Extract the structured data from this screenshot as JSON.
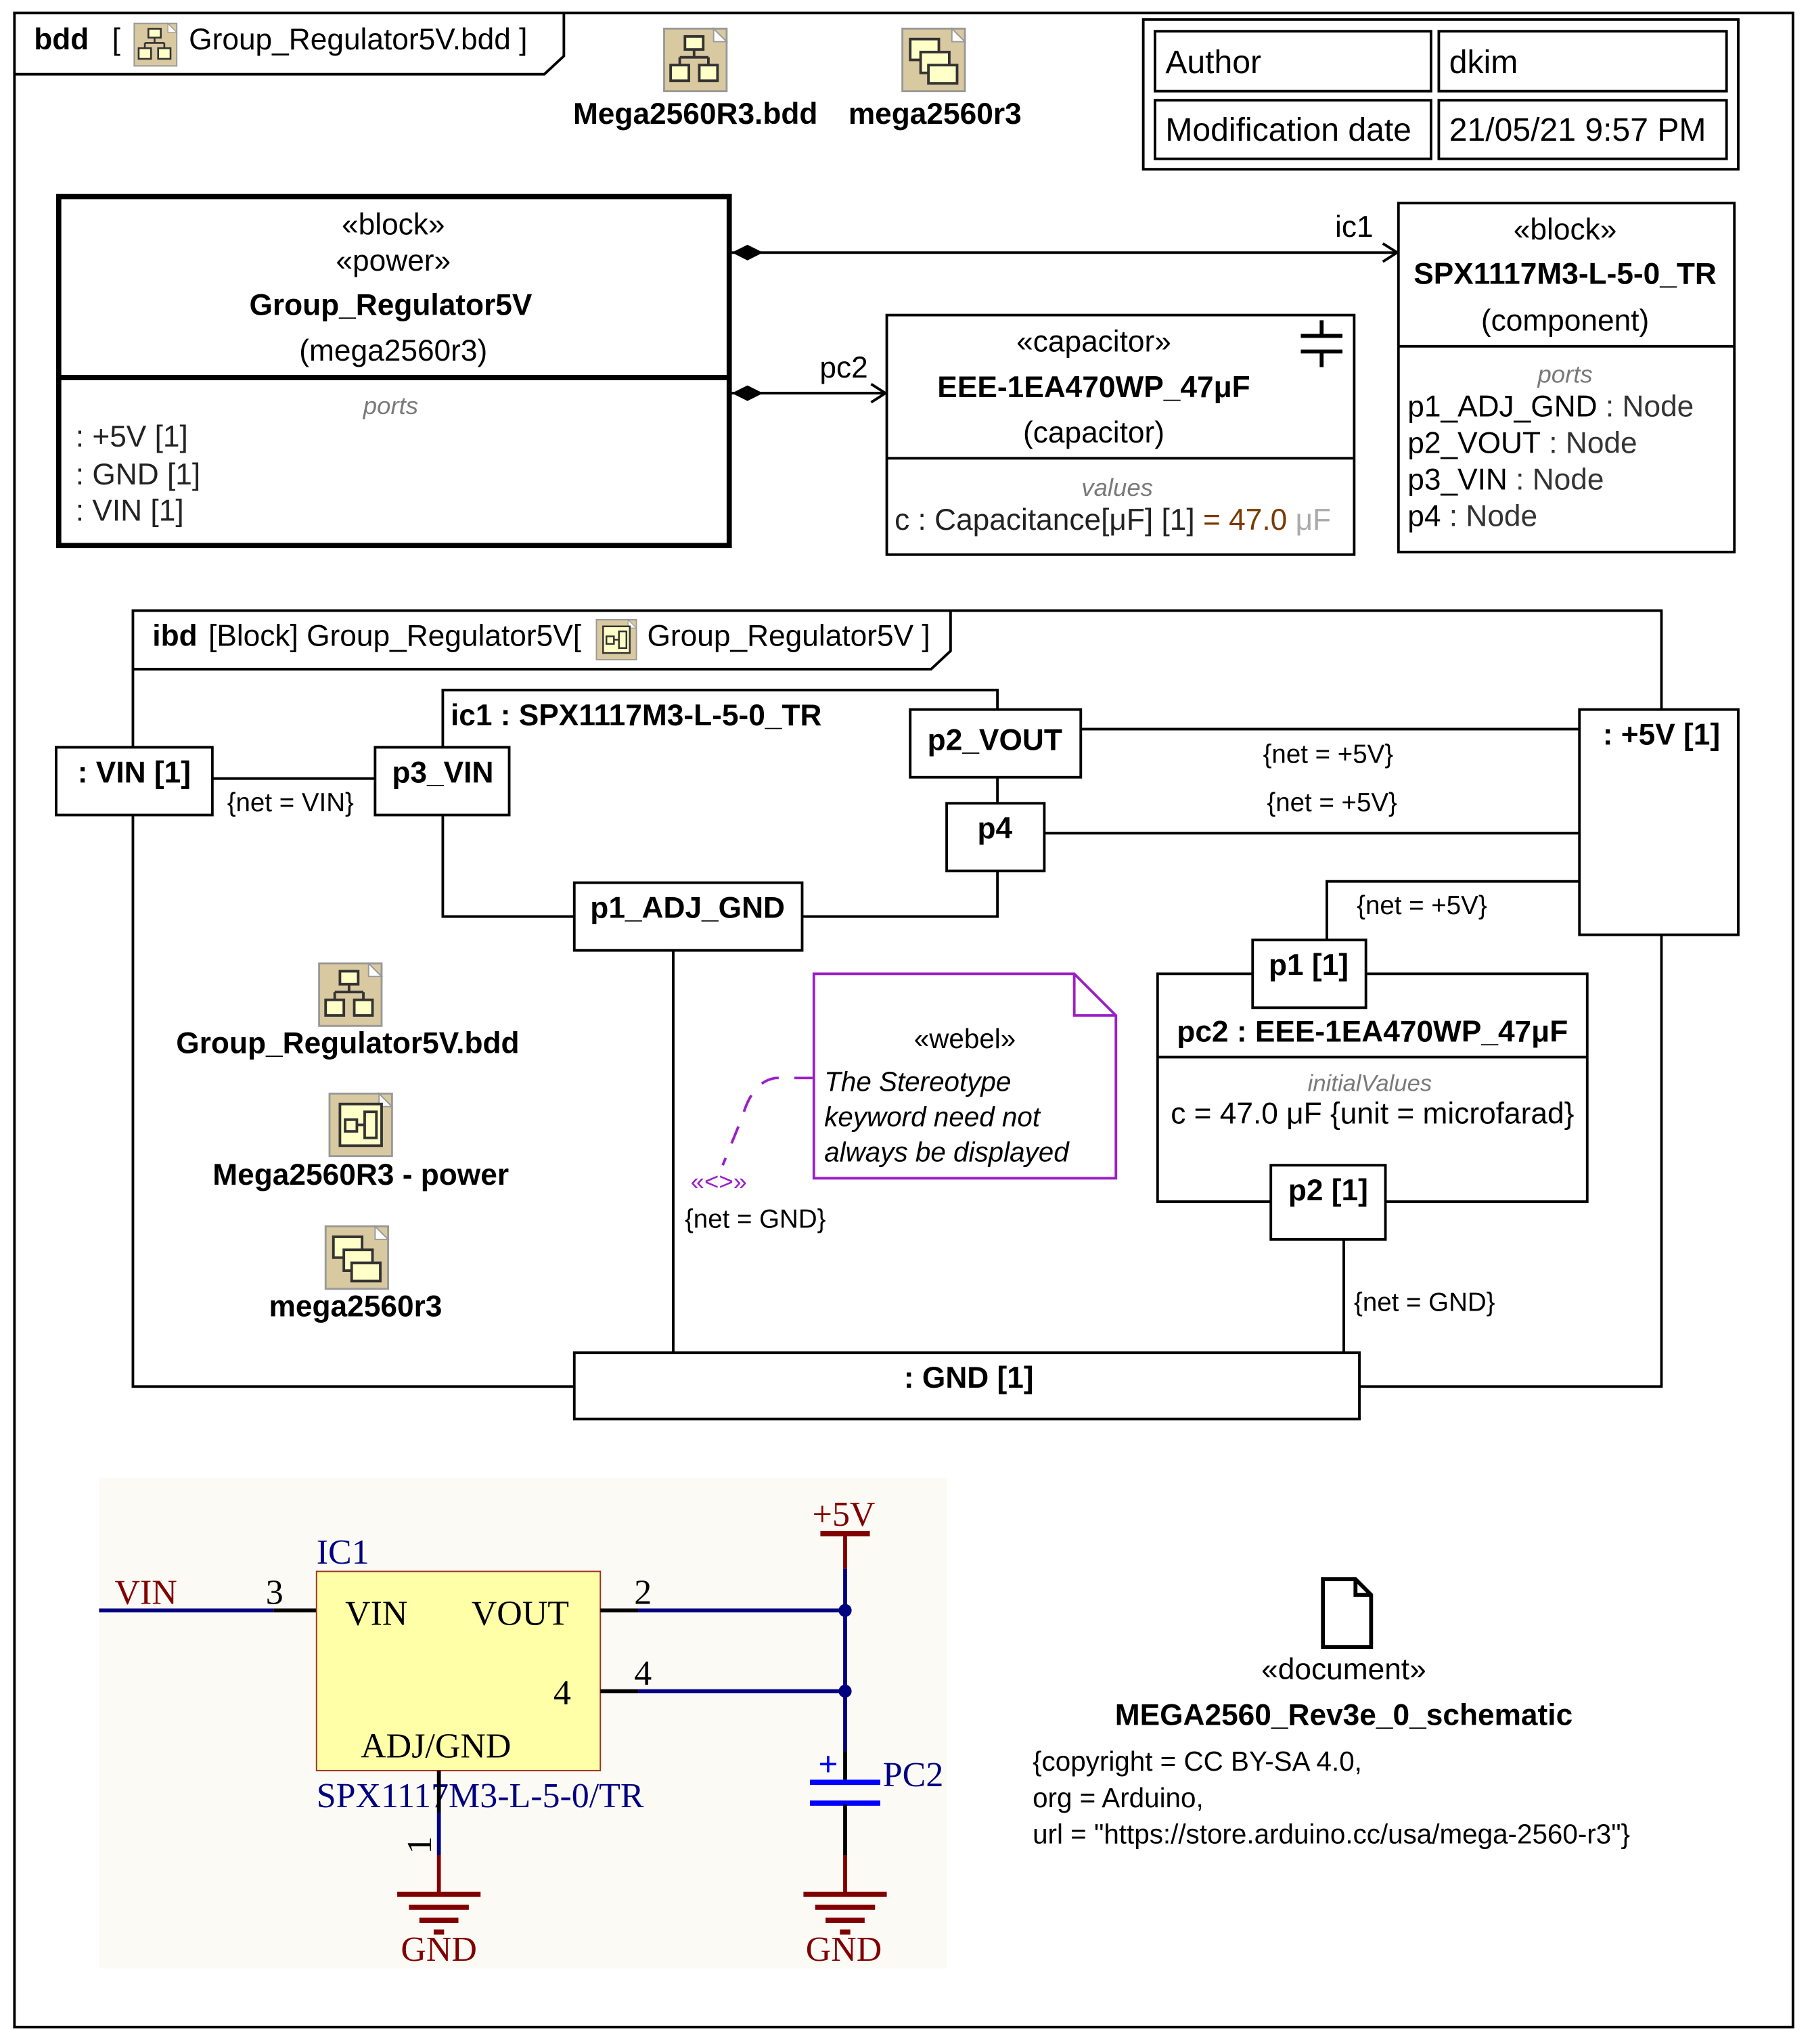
{
  "bdd": {
    "kind": "bdd",
    "open_bracket": "[",
    "title": "Group_Regulator5V.bdd ]",
    "links": [
      {
        "label": "Mega2560R3.bdd",
        "icon": "class-diagram-icon"
      },
      {
        "label": "mega2560r3",
        "icon": "package-diagram-icon"
      }
    ],
    "info_table": [
      [
        "Author",
        "dkim"
      ],
      [
        "Modification date",
        "21/05/21 9:57 PM"
      ]
    ],
    "group_block": {
      "stereotypes": [
        "«block»",
        "«power»"
      ],
      "name": "Group_Regulator5V",
      "owner": "(mega2560r3)",
      "compartment": "ports",
      "ports": [
        ": +5V [1]",
        ": GND [1]",
        ": VIN [1]"
      ]
    },
    "assoc_ic1": "ic1",
    "assoc_pc2": "pc2",
    "cap_block": {
      "stereotype": "«capacitor»",
      "name": "EEE-1EA470WP_47μF",
      "type": "(capacitor)",
      "compartment": "values",
      "value_name": "c : Capacitance[μF] [1]",
      "value_eq": " = 47.0",
      "value_unit": " μF"
    },
    "ic_block": {
      "stereotype": "«block»",
      "name": "SPX1117M3-L-5-0_TR",
      "type": "(component)",
      "compartment": "ports",
      "ports": [
        {
          "name": "p1_ADJ_GND",
          "type": " : Node"
        },
        {
          "name": "p2_VOUT",
          "type": " : Node"
        },
        {
          "name": "p3_VIN",
          "type": " : Node"
        },
        {
          "name": "p4",
          "type": " : Node"
        }
      ]
    }
  },
  "ibd": {
    "kind": "ibd",
    "title_a": "[Block] Group_Regulator5V[",
    "title_b": "Group_Regulator5V ]",
    "ic1_part": "ic1 : SPX1117M3-L-5-0_TR",
    "ports": {
      "vin": ": VIN [1]",
      "p3_vin": "p3_VIN",
      "p2_vout": "p2_VOUT",
      "p4": "p4",
      "p1_adj_gnd": "p1_ADJ_GND",
      "plus5v": ": +5V [1]",
      "gnd": ": GND [1]",
      "p1": "p1 [1]",
      "p2": "p2 [1]"
    },
    "nets": {
      "vin": "{net = VIN}",
      "vout": "{net = +5V}",
      "p4": "{net = +5V}",
      "p1": "{net = +5V}",
      "adj": "{net = GND}",
      "p2": "{net = GND}"
    },
    "pc2_part": {
      "name": "pc2 : EEE-1EA470WP_47μF",
      "compartment": "initialValues",
      "value": "c = 47.0 μF {unit = microfarad}"
    },
    "note": {
      "stereotype": "«webel»",
      "lines": [
        "The Stereotype",
        "keyword need not",
        "always be displayed"
      ],
      "anchor_label": "«<>»"
    },
    "links": [
      {
        "label": "Group_Regulator5V.bdd",
        "icon": "class-diagram-icon"
      },
      {
        "label": "Mega2560R3 - power",
        "icon": "internal-block-diagram-icon"
      },
      {
        "label": "mega2560r3",
        "icon": "package-diagram-icon"
      }
    ]
  },
  "schematic": {
    "vin_net": "VIN",
    "pin3": "3",
    "ic_ref": "IC1",
    "ic_vin": "VIN",
    "ic_vout": "VOUT",
    "pin4_inner": "4",
    "ic_adj": "ADJ/GND",
    "ic_part": "SPX1117M3-L-5-0/TR",
    "pin2": "2",
    "pin4": "4",
    "pin1": "1",
    "plus5v": "+5V",
    "cap_ref": "PC2",
    "cap_plus": "+",
    "gnd_left": "GND",
    "gnd_right": "GND",
    "colors": {
      "wire": "#000080",
      "power": "#800000",
      "body": "#ffffa8",
      "cap": "#0000ff"
    }
  },
  "document": {
    "stereotype": "«document»",
    "name": "MEGA2560_Rev3e_0_schematic",
    "lines": [
      "{copyright = CC BY-SA 4.0,",
      "org = Arduino,",
      "url = \"https://store.arduino.cc/usa/mega-2560-r3\"}"
    ]
  }
}
